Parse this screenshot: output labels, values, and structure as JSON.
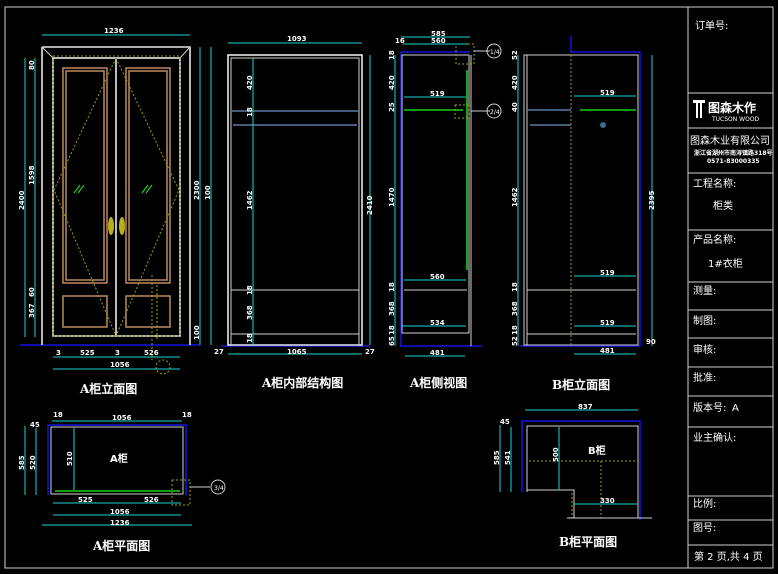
{
  "title_block": {
    "order_no_label": "订单号:",
    "logo_cn": "图森木作",
    "logo_en": "TUCSON WOOD",
    "company": "图森木业有限公司",
    "address": "浙江省湖州市南浔镇路318号",
    "phone": "0571-83000335",
    "project_label": "工程名称:",
    "project_value": "柜类",
    "product_label": "产品名称:",
    "product_value": "1#衣柜",
    "measure_label": "测量:",
    "draw_label": "制图:",
    "review_label": "审核:",
    "approve_label": "批准:",
    "version_label": "版本号:",
    "version_value": "A",
    "owner_confirm_label": "业主确认:",
    "scale_label": "比例:",
    "drawing_no_label": "图号:",
    "page_info": "第 2 页,共 4 页"
  },
  "views": {
    "a_elevation": "A柜立面图",
    "a_interior": "A柜内部结构图",
    "a_side": "A柜侧视图",
    "b_elevation": "B柜立面图",
    "a_plan": "A柜平面图",
    "b_plan": "B柜平面图",
    "a_tag": "A柜",
    "b_tag": "B柜"
  },
  "dimensions": {
    "a_el_width": "1236",
    "a_el_inner": "1056",
    "a_el_left": "525",
    "a_el_right": "526",
    "a_el_gap1": "3",
    "a_el_gap2": "3",
    "a_el_height": "2400",
    "a_el_h2": "2300",
    "a_el_top": "80",
    "a_el_door": "1598",
    "a_el_d1": "60",
    "a_el_d2": "367",
    "a_el_d3": "100",
    "a_el_base": "100",
    "a_in_width": "1093",
    "a_in_bottom": "1065",
    "a_in_left": "27",
    "a_in_right": "27",
    "a_in_height": "2410",
    "a_in_h1": "420",
    "a_in_h2": "18",
    "a_in_h3": "1462",
    "a_in_h4": "18",
    "a_in_h5": "368",
    "a_in_h6": "18",
    "a_sd_w1": "585",
    "a_sd_w2": "560",
    "a_sd_w3": "519",
    "a_sd_w4": "560",
    "a_sd_w5": "534",
    "a_sd_w6": "481",
    "a_sd_left": "16",
    "a_sd_h1": "18",
    "a_sd_h2": "420",
    "a_sd_h3": "25",
    "a_sd_h4": "1470",
    "a_sd_h5": "18",
    "a_sd_h6": "368",
    "a_sd_h7": "18",
    "a_sd_h8": "65",
    "b_el_height": "2395",
    "b_el_w1": "519",
    "b_el_w2": "519",
    "b_el_w3": "519",
    "b_el_w4": "481",
    "b_el_h1": "52",
    "b_el_h2": "420",
    "b_el_h3": "40",
    "b_el_h4": "1462",
    "b_el_h5": "18",
    "b_el_h6": "368",
    "b_el_h7": "18",
    "b_el_h8": "52",
    "b_el_base": "90",
    "a_pl_w1": "1056",
    "a_pl_w2": "525",
    "a_pl_w3": "526",
    "a_pl_w4": "1056",
    "a_pl_w5": "1236",
    "a_pl_l": "18",
    "a_pl_r": "18",
    "a_pl_d1": "585",
    "a_pl_d2": "520",
    "a_pl_d3": "510",
    "a_pl_d4": "45",
    "b_pl_w": "837",
    "b_pl_d1": "585",
    "b_pl_d2": "541",
    "b_pl_d3": "500",
    "b_pl_w2": "330",
    "b_pl_t": "45"
  },
  "detail_markers": [
    "1/4",
    "2/4",
    "3/4"
  ],
  "colors": {
    "background": "#000000",
    "dimension": "#19d3d3",
    "outline": "#e8e8e8",
    "door_panel": "#b0825a",
    "hidden": "#9b9b10",
    "glass": "#19d019",
    "floor": "#1414e0"
  }
}
